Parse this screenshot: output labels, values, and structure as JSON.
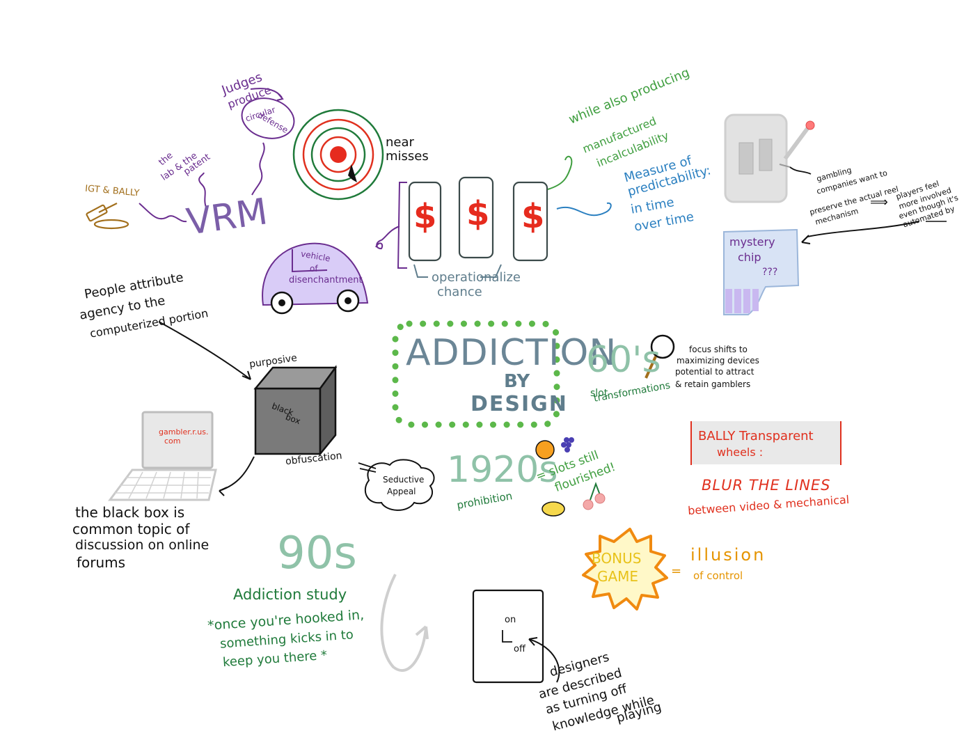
{
  "title": {
    "line1": "ADDICTION",
    "line2": "BY",
    "line3": "DESIGN"
  },
  "vrm": {
    "label": "VRM",
    "judges_line1": "Judges",
    "judges_line2": "produce",
    "circular_line1": "circular",
    "circular_line2": "defense",
    "lab_line1": "the",
    "lab_line2": "lab & the",
    "lab_line3": "patent",
    "igt": "IGT & BALLY"
  },
  "near_misses": {
    "line1": "near",
    "line2": "misses"
  },
  "reels": {
    "symbols": [
      "$",
      "$",
      "$"
    ],
    "caption_line1": "operationalize",
    "caption_line2": "chance"
  },
  "car": {
    "line1": "vehicle",
    "line2": "of",
    "line3": "disenchantment"
  },
  "incalculability": {
    "line1": "while also producing",
    "line2": "manufactured",
    "line3": "incalculability"
  },
  "predictability": {
    "line1": "Measure of",
    "line2": "predictability:",
    "line3": "in time",
    "line4": "over time"
  },
  "slot_machine_note": {
    "line1": "gambling",
    "line2": "companies want to",
    "line3": "preserve the actual reel",
    "line4": "mechanism",
    "arrow": "⟹",
    "players_line1": "players feel",
    "players_line2": "more involved",
    "players_line3": "even though it's",
    "players_line4": "automated by"
  },
  "mystery_chip": {
    "line1": "mystery",
    "line2": "chip",
    "line3": "???"
  },
  "agency": {
    "line1": "People attribute",
    "line2": "agency to the",
    "line3": "computerized portion"
  },
  "black_box": {
    "purposive": "purposive",
    "line1": "black",
    "line2": "box",
    "obfuscation": "obfuscation",
    "seductive_line1": "Seductive",
    "seductive_line2": "Appeal"
  },
  "laptop": {
    "line1": "gambler.r.us.",
    "line2": "com"
  },
  "forum_note": {
    "line1": "the black box is",
    "line2": "common topic of",
    "line3": "discussion on online",
    "line4": "forums"
  },
  "sixties": {
    "year": "60's",
    "caption_line1": "slot",
    "caption_line2": "transformations",
    "focus_line1": "focus shifts to",
    "focus_line2": "maximizing devices",
    "focus_line3": "potential to attract",
    "focus_line4": "& retain gamblers"
  },
  "bally": {
    "line1": "BALLY Transparent",
    "line2": "wheels :",
    "blur": "BLUR THE LINES",
    "between": "between video & mechanical"
  },
  "twenties": {
    "year": "1920s",
    "prohibition": "prohibition",
    "note_line1": "= slots still",
    "note_line2": "flourished!"
  },
  "bonus": {
    "line1": "BONUS",
    "line2": "GAME",
    "equals": "=",
    "illusion": "illusion",
    "control": "of control"
  },
  "nineties": {
    "year": "90s",
    "study": "Addiction study",
    "hook_line1": "*once you're hooked in,",
    "hook_line2": "something kicks in to",
    "hook_line3": "keep you there *"
  },
  "switch": {
    "on": "on",
    "off": "off",
    "note_line1": "designers",
    "note_line2": "are described",
    "note_line3": "as turning off",
    "note_line4": "knowledge while",
    "note_line5": "playing"
  }
}
